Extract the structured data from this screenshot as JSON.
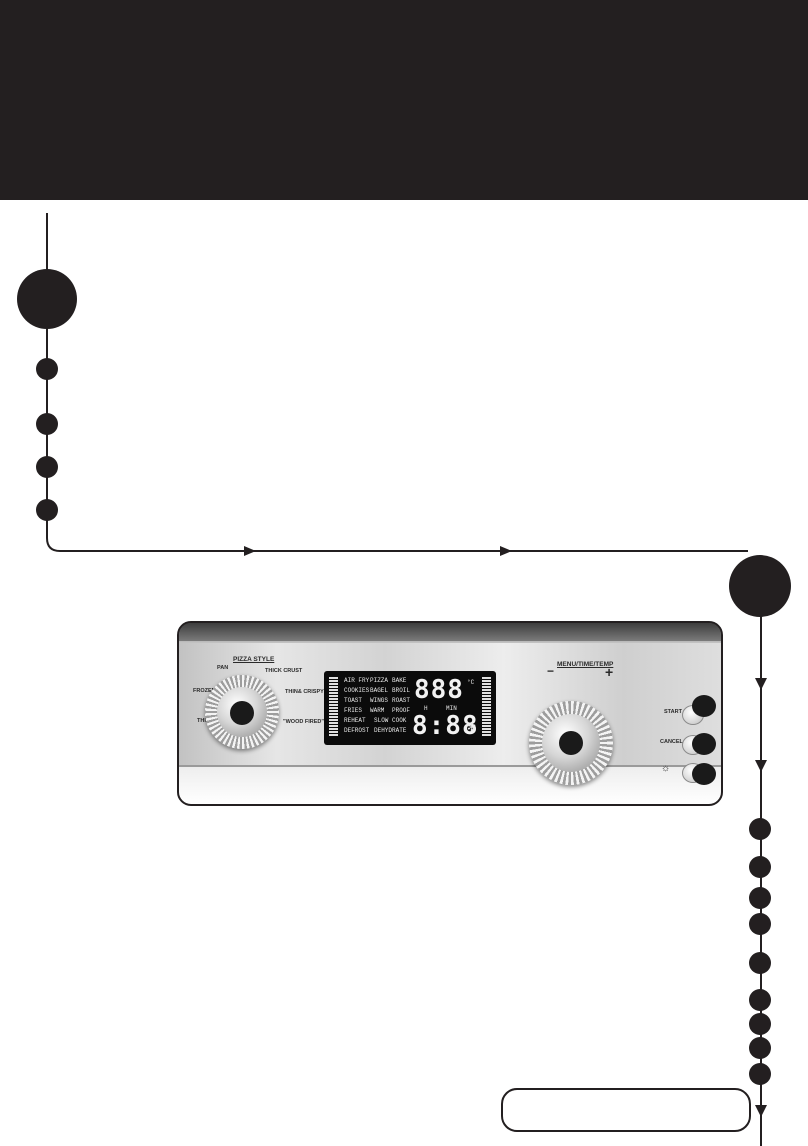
{
  "colors": {
    "header_band": "#231f20",
    "connector": "#231f20",
    "steel": "#d8d8d8",
    "display": "#0b0b0b"
  },
  "panel": {
    "left_dial": {
      "title": "PIZZA STYLE",
      "options": [
        "PAN",
        "THICK CRUST",
        "THIN& CRISPY",
        "\"WOOD FIRED\"",
        "FROZEN",
        "THIN"
      ]
    },
    "display": {
      "functions_col1": [
        "AIR FRY",
        "COOKIES",
        "TOAST",
        "FRIES",
        "REHEAT",
        "DEFROST"
      ],
      "functions_col2": [
        "PIZZA",
        "BAGEL",
        "WINGS",
        "WARM",
        "SLOW COOK",
        "DEHYDRATE"
      ],
      "functions_col3": [
        "BAKE",
        "BROIL",
        "ROAST",
        "PROOF"
      ],
      "temp_digits": "888",
      "temp_unit": "°C",
      "hour_label": "H",
      "min_label": "MIN",
      "time_digits": "8:88"
    },
    "right_dial": {
      "title": "MENU/TIME/TEMP",
      "minus": "−",
      "plus": "+"
    },
    "buttons": {
      "start": "START",
      "cancel": "CANCEL"
    },
    "icons": [
      "fan-icon",
      "light-bulb-icon"
    ]
  }
}
